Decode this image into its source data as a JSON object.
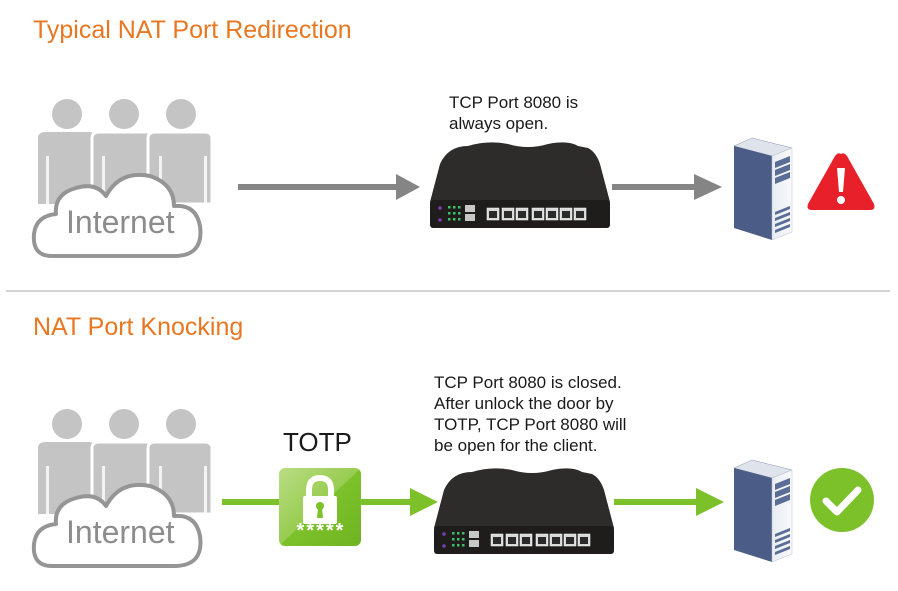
{
  "top_section": {
    "title": "Typical NAT Port Redirection",
    "client_label": "Internet",
    "router_caption": "TCP Port 8080 is\nalways open.",
    "status_icon": "warning-triangle-icon",
    "arrow_color": "#808080",
    "status_color": "#e8202a"
  },
  "bottom_section": {
    "title": "NAT Port Knocking",
    "client_label": "Internet",
    "totp_label": "TOTP",
    "totp_mask": "*****",
    "router_caption": "TCP Port 8080 is closed.\nAfter unlock the door by\nTOTP, TCP Port 8080 will\nbe open for the client.",
    "status_icon": "check-circle-icon",
    "arrow_color": "#7dc12a",
    "status_color": "#7dc12a"
  },
  "colors": {
    "title": "#e87722",
    "people": "#c0c0c0",
    "cloud_stroke": "#909090",
    "router_body": "#2b2b2b",
    "server_side": "#4a5a82"
  }
}
